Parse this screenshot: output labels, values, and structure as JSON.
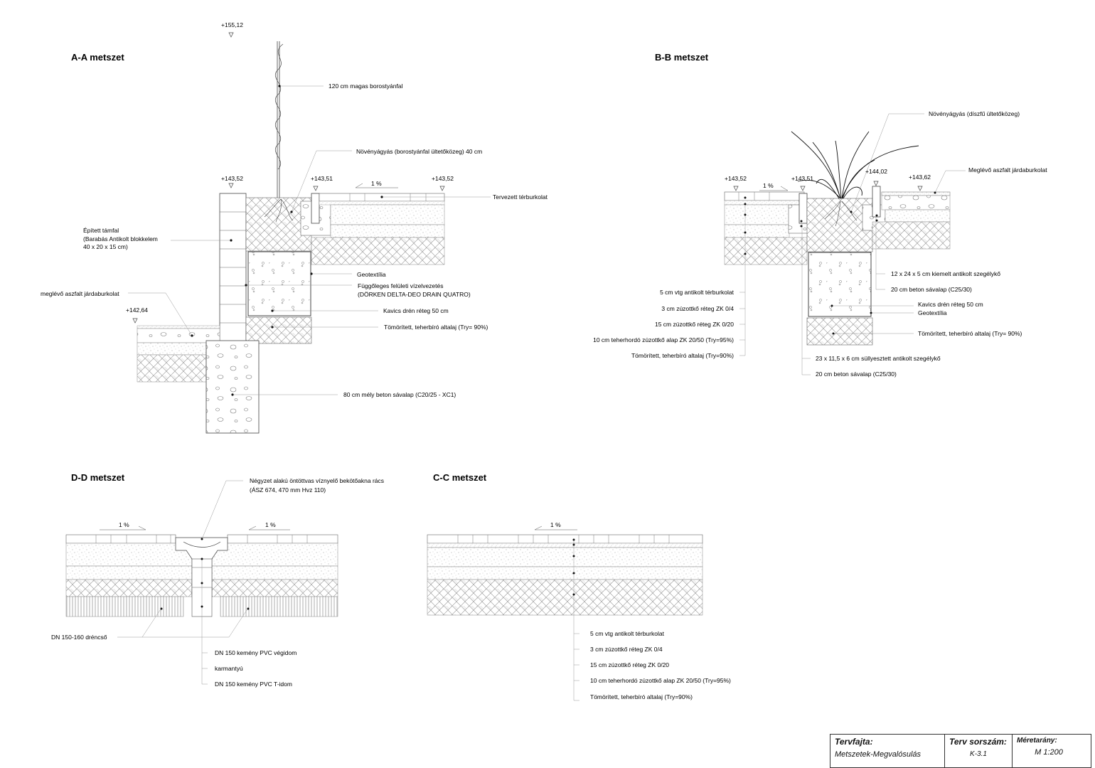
{
  "sections": {
    "aa": {
      "title": "A-A metszet",
      "levels": [
        "+155,12",
        "+143,52",
        "+143,51",
        "+143,52",
        "+142,64"
      ],
      "slope": "1 %",
      "labels": [
        "120  cm magas borostyánfal",
        "Növényágyás (borostyánfal ültetőközeg) 40 cm",
        "Tervezett térburkolat",
        "Épített támfal",
        "(Barabás Antikolt blokkelem",
        "40 x 20 x 15 cm)",
        "Geotextília",
        "Függőleges felületi vízelvezetés",
        "(DÖRKEN DELTA-DEO DRAIN QUATRO)",
        "meglévő aszfalt járdaburkolat",
        "Kavics drén réteg 50 cm",
        "Tömörített, teherbíró altalaj (Try= 90%)",
        "80 cm mély beton sávalap (C20/25 - XC1)"
      ]
    },
    "bb": {
      "title": "B-B metszet",
      "levels": [
        "+143,52",
        "+143,51",
        "+144,02",
        "+143,62"
      ],
      "slope": "1 %",
      "labels": [
        "Növényágyás (díszfű ültetőközeg)",
        "Meglévő aszfalt járdaburkolat",
        "12 x 24 x 5 cm kiemelt antikolt szegélykő",
        "20 cm beton sávalap (C25/30)",
        "Kavics drén réteg 50 cm",
        "Geotextília",
        "Tömörített, teherbíró altalaj (Try= 90%)",
        "23 x 11,5 x 6 cm süllyesztett antikolt szegélykő",
        "20 cm beton sávalap (C25/30)"
      ],
      "layers": [
        "5 cm vtg antikolt térburkolat",
        "3 cm  zúzottkő réteg ZK 0/4",
        "15 cm zúzottkő réteg ZK 0/20",
        "10 cm teherhordó zúzottkő alap ZK 20/50  (Try=95%)",
        "Tömörített, teherbíró altalaj (Try=90%)"
      ]
    },
    "dd": {
      "title": "D-D metszet",
      "slopes": [
        "1 %",
        "1 %"
      ],
      "labels": [
        "Négyzet alakú öntöttvas víznyelő bekötőakna rács",
        "(ÁSZ 674, 470 mm Hvz 110)",
        "DN 150-160 dréncső",
        "DN 150 kemény PVC végidom",
        "karmantyú",
        "DN 150 kemény PVC T-idom"
      ]
    },
    "cc": {
      "title": "C-C metszet",
      "slope": "1 %",
      "layers": [
        "5 cm vtg antikolt térburkolat",
        "3 cm  zúzottkő réteg ZK 0/4",
        "15 cm zúzottkő réteg ZK 0/20",
        "10 cm teherhordó zúzottkő alap ZK 20/50  (Try=95%)",
        "Tömörített, teherbíró altalaj (Try=90%)"
      ]
    }
  },
  "title_block": {
    "type_label": "Tervfajta:",
    "type_value": "Metszetek-Megvalósulás",
    "number_label": "Terv sorszám:",
    "number_value": "K-3.1",
    "scale_label": "Méretarány:",
    "scale_value": "M 1:200"
  }
}
